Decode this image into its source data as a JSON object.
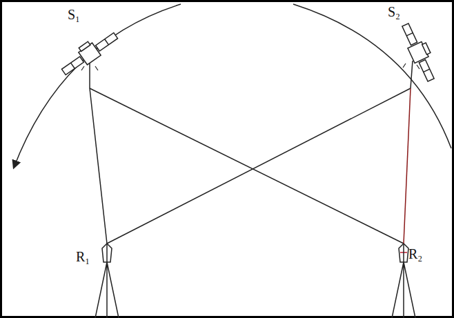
{
  "diagram": {
    "nodes": [
      {
        "text": [
          "S₁"
        ]
      },
      {
        "text": [
          "S₂"
        ]
      },
      {
        "text": [
          "R₁"
        ]
      },
      {
        "text": [
          "R₂"
        ]
      }
    ],
    "edges": [
      {
        "from": 0,
        "to": 2,
        "arrow": "none"
      },
      {
        "from": 0,
        "to": 3,
        "arrow": "none"
      },
      {
        "from": 1,
        "to": 2,
        "arrow": "none"
      },
      {
        "from": 1,
        "to": 3,
        "arrow": "none"
      }
    ]
  }
}
